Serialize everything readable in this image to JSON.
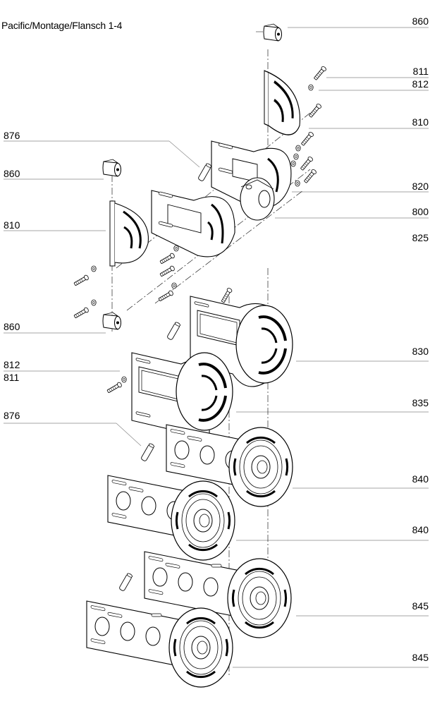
{
  "diagram": {
    "title": "Pacific/Montage/Flansch 1-4",
    "callouts": [
      {
        "id": "c-860-top",
        "text": "860",
        "side": "right"
      },
      {
        "id": "c-811-top",
        "text": "811",
        "side": "right"
      },
      {
        "id": "c-812-top",
        "text": "812",
        "side": "right"
      },
      {
        "id": "c-810-right",
        "text": "810",
        "side": "right"
      },
      {
        "id": "c-876-upper",
        "text": "876",
        "side": "left"
      },
      {
        "id": "c-860-left",
        "text": "860",
        "side": "left"
      },
      {
        "id": "c-820",
        "text": "820",
        "side": "right"
      },
      {
        "id": "c-800",
        "text": "800",
        "side": "right"
      },
      {
        "id": "c-810-left",
        "text": "810",
        "side": "left"
      },
      {
        "id": "c-825",
        "text": "825",
        "side": "right"
      },
      {
        "id": "c-860-bottom",
        "text": "860",
        "side": "left"
      },
      {
        "id": "c-830",
        "text": "830",
        "side": "right"
      },
      {
        "id": "c-812-left",
        "text": "812",
        "side": "left"
      },
      {
        "id": "c-811-left",
        "text": "811",
        "side": "left"
      },
      {
        "id": "c-835",
        "text": "835",
        "side": "right"
      },
      {
        "id": "c-876-lower",
        "text": "876",
        "side": "left"
      },
      {
        "id": "c-840-a",
        "text": "840",
        "side": "right"
      },
      {
        "id": "c-840-b",
        "text": "840",
        "side": "right"
      },
      {
        "id": "c-845-a",
        "text": "845",
        "side": "right"
      },
      {
        "id": "c-845-b",
        "text": "845",
        "side": "right"
      }
    ]
  }
}
